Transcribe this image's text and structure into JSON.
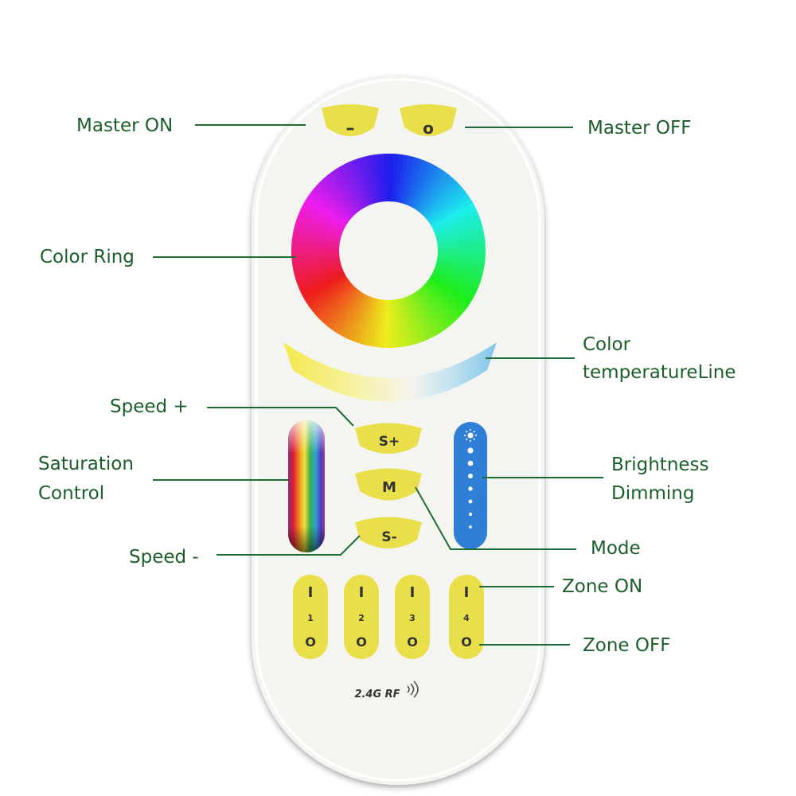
{
  "labels": {
    "master_on": "Master ON",
    "master_off": "Master OFF",
    "color_ring": "Color Ring",
    "color_temp_line1": "Color",
    "color_temp_line2": "temperatureLine",
    "speed_plus": "Speed +",
    "saturation_line1": "Saturation",
    "saturation_line2": "Control",
    "brightness_line1": "Brightness",
    "brightness_line2": "Dimming",
    "speed_minus": "Speed -",
    "mode": "Mode",
    "zone_on": "Zone ON",
    "zone_off": "Zone OFF"
  },
  "remote": {
    "master_on_symbol": "–",
    "master_off_symbol": "o",
    "speed_plus_label": "S+",
    "mode_label": "M",
    "speed_minus_label": "S-",
    "branding": "2.4G RF",
    "zones": [
      {
        "on": "I",
        "number": "1",
        "off": "O"
      },
      {
        "on": "I",
        "number": "2",
        "off": "O"
      },
      {
        "on": "I",
        "number": "3",
        "off": "O"
      },
      {
        "on": "I",
        "number": "4",
        "off": "O"
      }
    ]
  },
  "colors": {
    "label_text": "#1b5e2a",
    "callout_line": "#1f6b35",
    "button_yellow": "#e9df4a",
    "brightness_blue": "#2f7fd6",
    "remote_body": "#f4f4f0"
  }
}
